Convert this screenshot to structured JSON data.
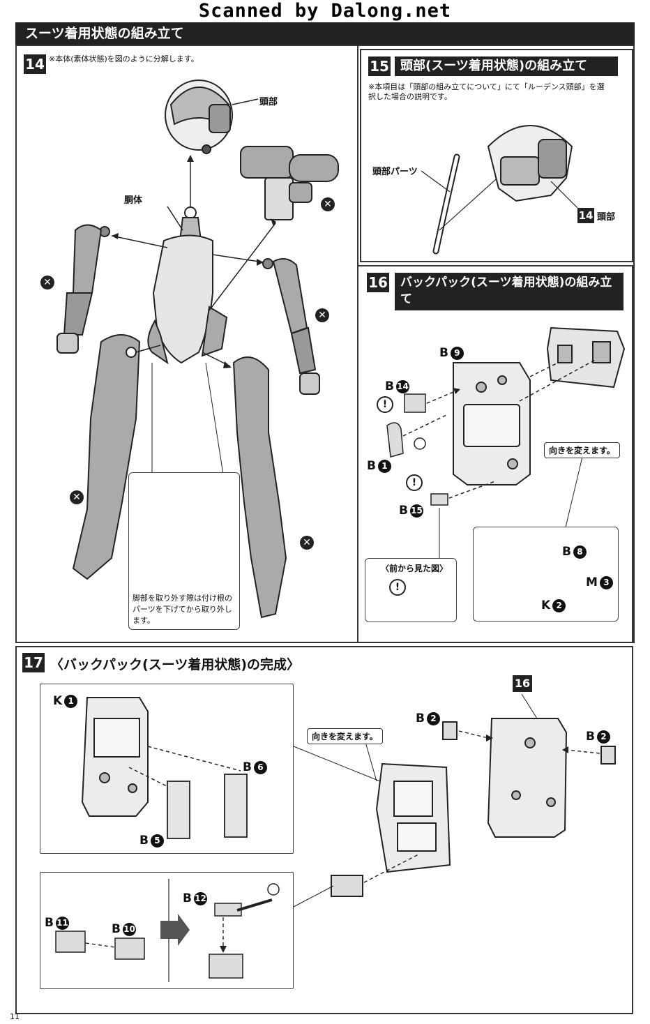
{
  "watermark": "Scanned by Dalong.net",
  "section_title": "スーツ着用状態の組み立て",
  "page_number": "11",
  "step14": {
    "number": "14",
    "instruction": "※本体(素体状態)を図のように分解します。",
    "labels": {
      "head": "頭部",
      "torso": "胴体"
    },
    "note": "脚部を取り外す際は付け根のパーツを下げてから取り外します。"
  },
  "step15": {
    "number": "15",
    "title": "頭部(スーツ着用状態)の組み立て",
    "note": "※本項目は「頭部の組み立てについて」にて「ルーデンス頭部」を選択した場合の説明です。",
    "labels": {
      "head_parts": "頭部パーツ",
      "ref_num": "14",
      "ref_label": "頭部"
    }
  },
  "step16": {
    "number": "16",
    "title": "バックパック(スーツ着用状態)の組み立て",
    "parts": {
      "b9": "B",
      "b9n": "9",
      "b14": "B",
      "b14n": "14",
      "b1": "B",
      "b1n": "1",
      "b15": "B",
      "b15n": "15",
      "b8": "B",
      "b8n": "8",
      "m3": "M",
      "m3n": "3",
      "k2": "K",
      "k2n": "2"
    },
    "callout_turn": "向きを変えます。",
    "front_view": "〈前から見た図〉"
  },
  "step17": {
    "number": "17",
    "title": "〈バックパック(スーツ着用状態)の完成〉",
    "ref_num": "16",
    "parts": {
      "k1": "K",
      "k1n": "1",
      "b6": "B",
      "b6n": "6",
      "b5": "B",
      "b5n": "5",
      "b2a": "B",
      "b2an": "2",
      "b2b": "B",
      "b2bn": "2",
      "b12": "B",
      "b12n": "12",
      "b11": "B",
      "b11n": "11",
      "b10": "B",
      "b10n": "10"
    },
    "callout_turn": "向きを変えます。"
  },
  "icons": {
    "cross": "✕",
    "warning": "!"
  }
}
